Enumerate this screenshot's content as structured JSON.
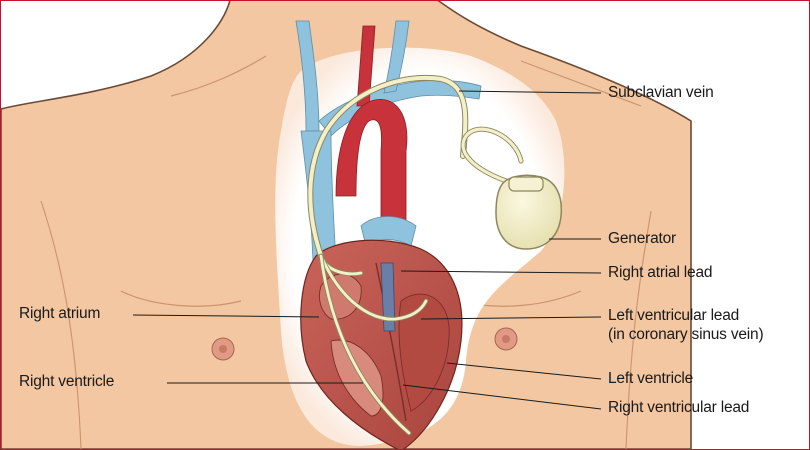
{
  "labels": {
    "subclavian_vein": "Subclavian vein",
    "generator": "Generator",
    "right_atrial_lead": "Right atrial lead",
    "left_ventricular_lead": "Left ventricular lead",
    "left_ventricular_lead_note": "(in coronary sinus vein)",
    "left_ventricle": "Left ventricle",
    "right_ventricular_lead": "Right ventricular lead",
    "right_atrium": "Right atrium",
    "right_ventricle": "Right ventricle"
  },
  "colors": {
    "frame_border": "#c8102e",
    "skin": "#f3c7a1",
    "skin_outline": "#6b4a35",
    "vein": "#8fc3dd",
    "artery": "#c8323a",
    "heart": "#b8524a",
    "lead": "#f3efc8",
    "nipple": "#e09a85",
    "leader_line": "#1a1a1a"
  }
}
